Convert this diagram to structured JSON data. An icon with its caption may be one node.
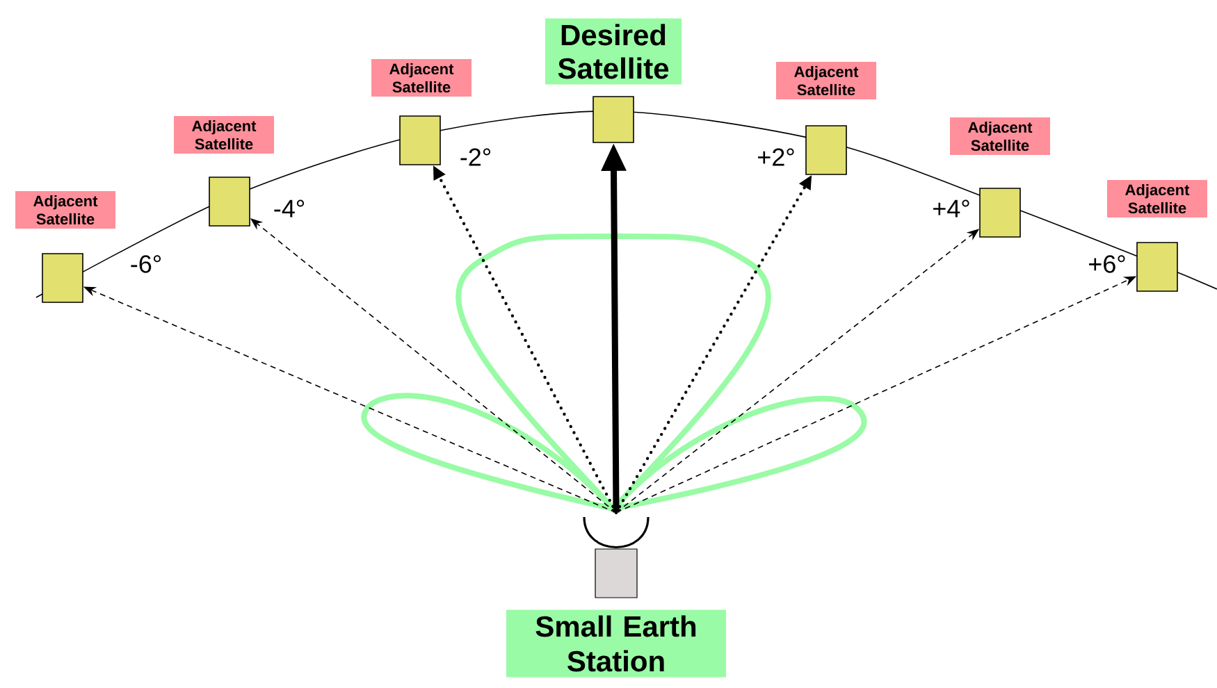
{
  "diagram": {
    "nodes": [
      {
        "text": [
          "Adjacent Satellite"
        ]
      },
      {
        "text": [
          "Adjacent Satellite"
        ]
      },
      {
        "text": [
          "Adjacent Satellite"
        ]
      },
      {
        "text": [
          "Desired Satellite"
        ]
      },
      {
        "text": [
          "Adjacent Satellite"
        ]
      },
      {
        "text": [
          "Adjacent Satellite"
        ]
      },
      {
        "text": [
          "Adjacent Satellite"
        ]
      },
      {
        "text": [],
        "shape": "box",
        "beside": [
          "-6°"
        ]
      },
      {
        "text": [],
        "shape": "box",
        "beside": [
          "-4°"
        ]
      },
      {
        "text": [],
        "shape": "box",
        "beside": [
          "-2°"
        ]
      },
      {
        "text": [],
        "shape": "box"
      },
      {
        "text": [],
        "shape": "box",
        "beside": [
          "+2°"
        ]
      },
      {
        "text": [],
        "shape": "box",
        "beside": [
          "+4°"
        ]
      },
      {
        "text": [],
        "shape": "box",
        "beside": [
          "+6°"
        ]
      },
      {
        "text": [],
        "shape": "picture"
      },
      {
        "text": [
          "Small Earth Station"
        ]
      }
    ],
    "edges": [
      {
        "from": 14,
        "to": 7,
        "arrow": "to",
        "style": "dashed"
      },
      {
        "from": 14,
        "to": 8,
        "arrow": "to",
        "style": "dashed"
      },
      {
        "from": 14,
        "to": 9,
        "arrow": "to",
        "style": "dashed"
      },
      {
        "from": 14,
        "to": 10,
        "arrow": "to",
        "style": "thick"
      },
      {
        "from": 14,
        "to": 11,
        "arrow": "to",
        "style": "dashed"
      },
      {
        "from": 14,
        "to": 12,
        "arrow": "to",
        "style": "dashed"
      },
      {
        "from": 14,
        "to": 13,
        "arrow": "to",
        "style": "dashed"
      }
    ]
  }
}
